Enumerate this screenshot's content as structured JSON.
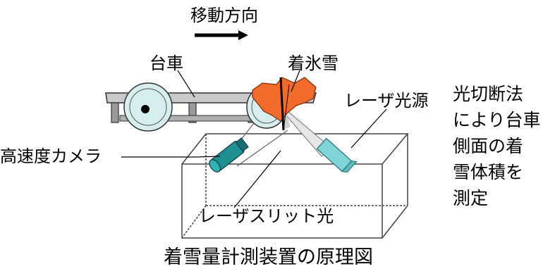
{
  "labels": {
    "direction": "移動方向",
    "cart": "台車",
    "snow_ice": "着氷雪",
    "laser_source": "レーザ光源",
    "camera": "高速度カメラ",
    "laser_slit": "レーザスリット光"
  },
  "side_note": {
    "lines": [
      "光切断法",
      "により台車",
      "側面の着",
      "雪体積を",
      "測定"
    ]
  },
  "caption": "着雪量計測装置の原理図",
  "colors": {
    "snow": "#f26b2a",
    "sensor": "#1f8f8f",
    "laser_head": "#7fd4d8",
    "cart_body": "#b8b8b8",
    "wheel": "#cdeaea",
    "light_beam": "#e2e2e2"
  }
}
